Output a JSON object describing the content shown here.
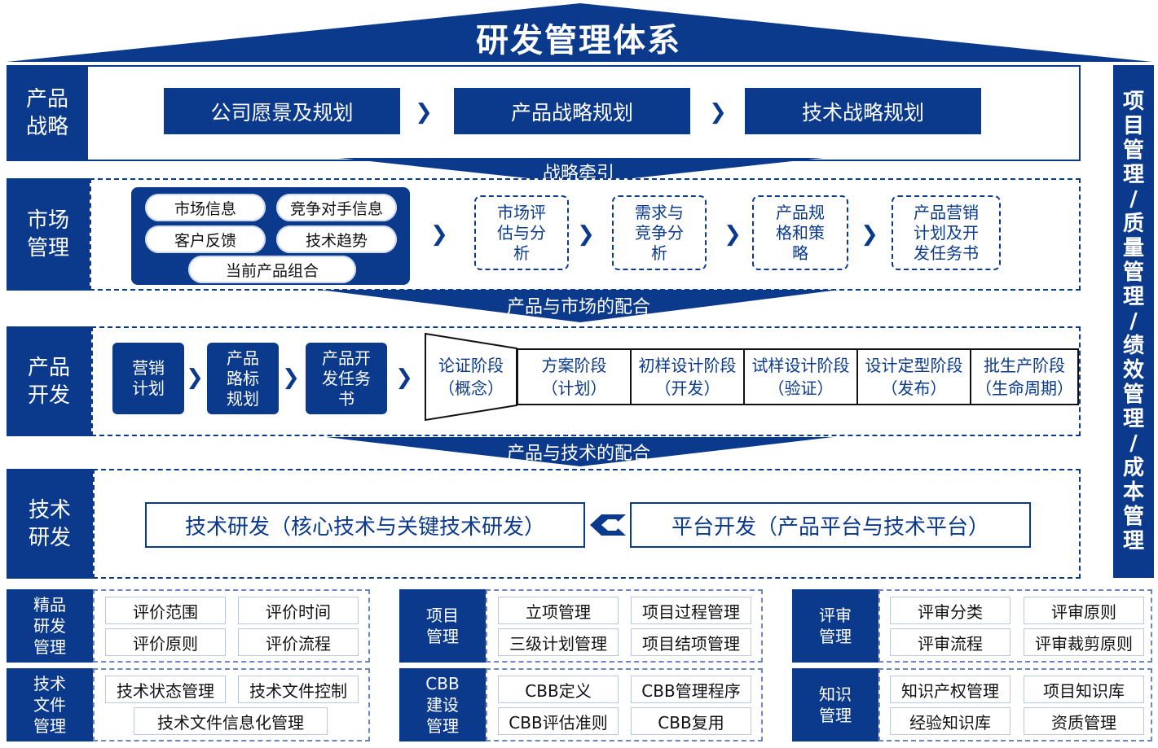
{
  "title": "研发管理体系",
  "side_bar": "项目管理/质量管理/绩效管理/成本管理",
  "strategy": {
    "label": "产品战略",
    "items": [
      "公司愿景及规划",
      "产品战略规划",
      "技术战略规划"
    ],
    "connector": "战略牵引"
  },
  "market": {
    "label": "市场管理",
    "inputs": [
      "市场信息",
      "竞争对手信息",
      "客户反馈",
      "技术趋势",
      "当前产品组合"
    ],
    "steps": [
      "市场评估与分析",
      "需求与竞争分析",
      "产品规格和策略",
      "产品营销计划及开发任务书"
    ],
    "connector": "产品与市场的配合"
  },
  "development": {
    "label": "产品开发",
    "steps": [
      "营销计划",
      "产品路标规划",
      "产品开发任务书"
    ],
    "phases": [
      {
        "name": "论证阶段",
        "sub": "（概念）"
      },
      {
        "name": "方案阶段",
        "sub": "（计划）"
      },
      {
        "name": "初样设计阶段",
        "sub": "（开发）"
      },
      {
        "name": "试样设计阶段",
        "sub": "（验证）"
      },
      {
        "name": "设计定型阶段",
        "sub": "（发布）"
      },
      {
        "name": "批生产阶段",
        "sub": "（生命周期）"
      }
    ],
    "connector": "产品与技术的配合"
  },
  "technology": {
    "label": "技术研发",
    "left": "技术研发（核心技术与关键技术研发）",
    "right": "平台开发（产品平台与技术平台）"
  },
  "bottom": [
    {
      "label": "精品研发管理",
      "items": [
        "评价范围",
        "评价时间",
        "评价原则",
        "评价流程"
      ]
    },
    {
      "label": "项目管理",
      "items": [
        "立项管理",
        "项目过程管理",
        "三级计划管理",
        "项目结项管理"
      ]
    },
    {
      "label": "评审管理",
      "items": [
        "评审分类",
        "评审原则",
        "评审流程",
        "评审裁剪原则"
      ]
    },
    {
      "label": "技术文件管理",
      "items": [
        "技术状态管理",
        "技术文件控制",
        "技术文件信息化管理"
      ]
    },
    {
      "label": "CBB建设管理",
      "items": [
        "CBB定义",
        "CBB管理程序",
        "CBB评估准则",
        "CBB复用"
      ]
    },
    {
      "label": "知识管理",
      "items": [
        "知识产权管理",
        "项目知识库",
        "经验知识库",
        "资质管理"
      ]
    }
  ],
  "colors": {
    "primary": "#0b3a8c"
  }
}
